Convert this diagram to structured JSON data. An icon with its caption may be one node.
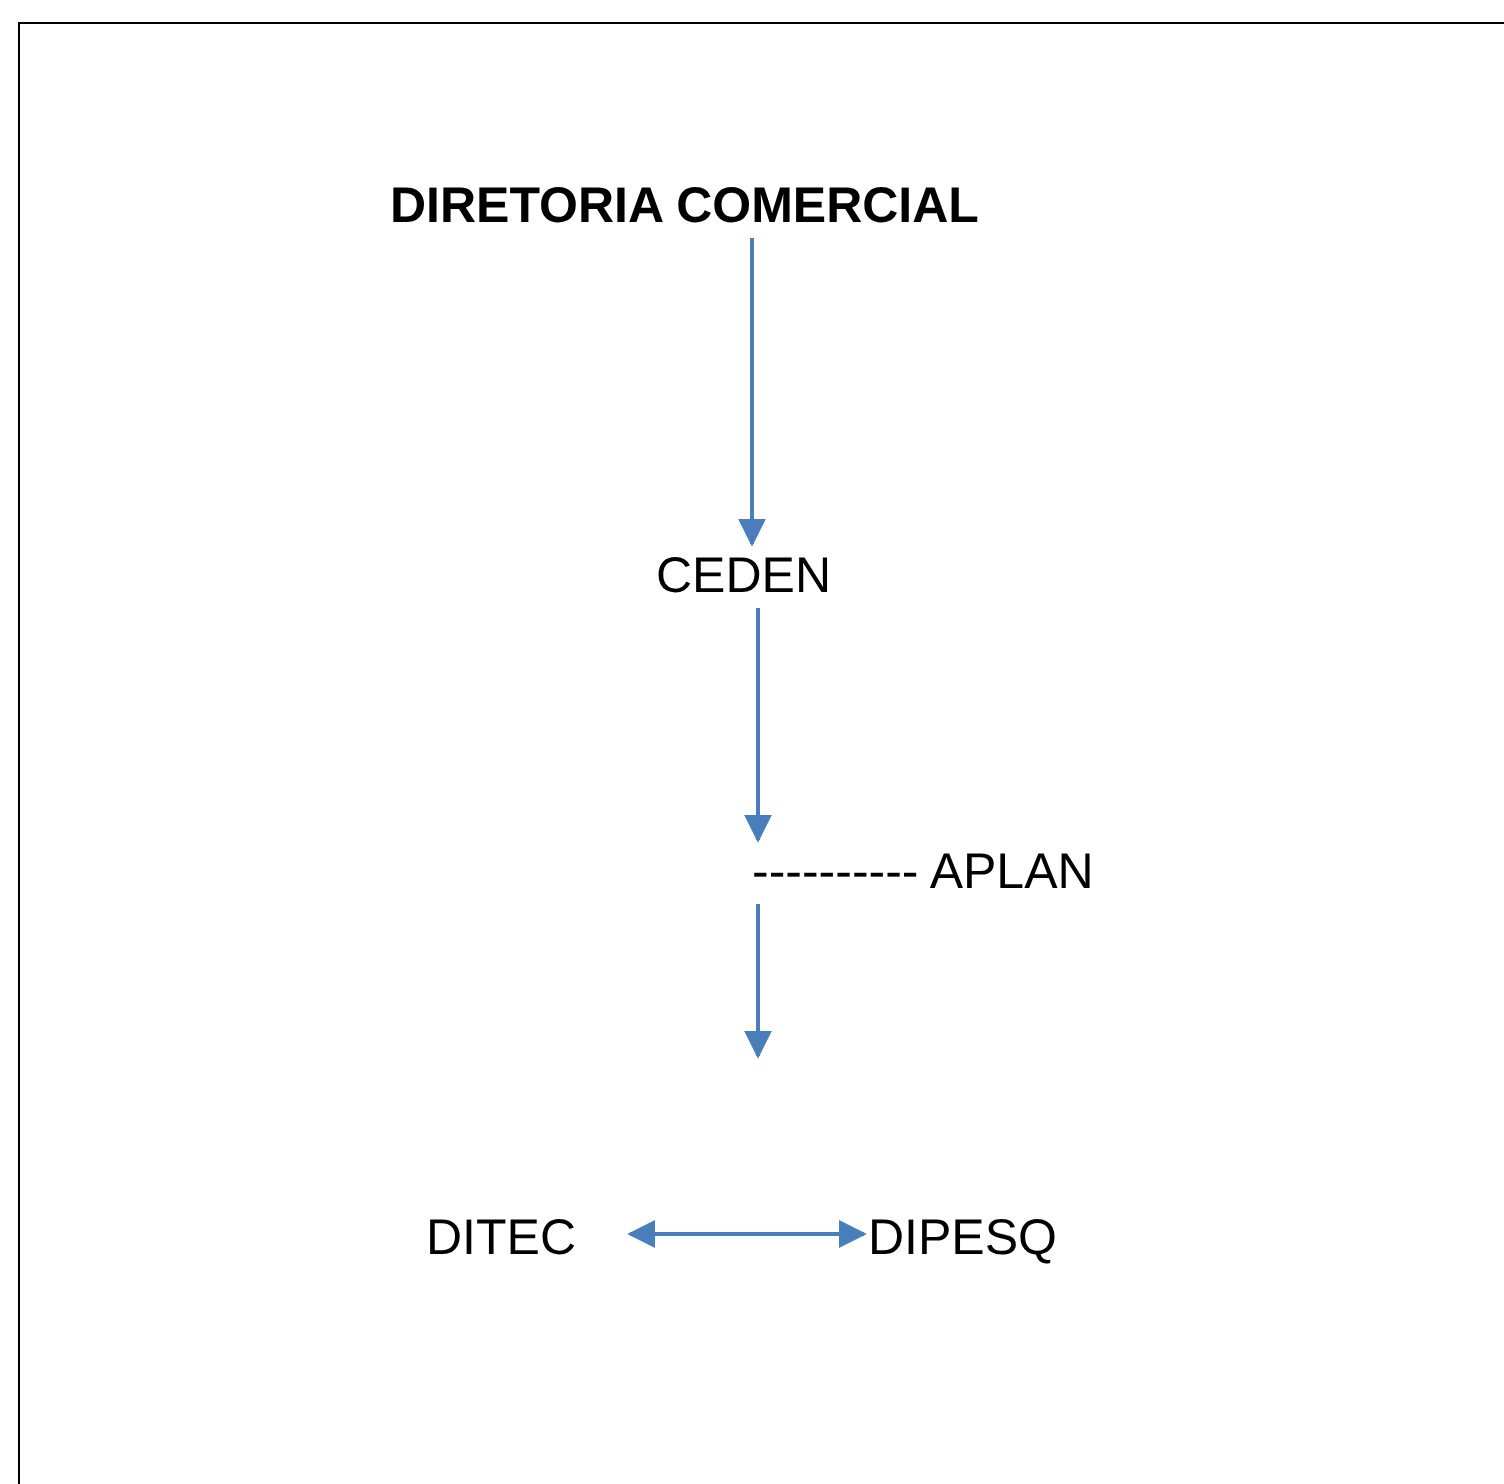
{
  "diagram": {
    "nodes": [
      {
        "text": [
          "DIRETORIA COMERCIAL"
        ]
      },
      {
        "text": [
          "CEDEN"
        ]
      },
      {
        "text": [
          "---------- APLAN"
        ]
      },
      {
        "text": [
          "DITEC"
        ]
      },
      {
        "text": [
          "DIPESQ"
        ]
      }
    ],
    "edges": [
      {
        "from": 0,
        "to": 1,
        "arrow": "to"
      },
      {
        "from": 1,
        "to": 2,
        "arrow": "to"
      },
      {
        "from": 2,
        "to": null,
        "arrow": "to"
      },
      {
        "from": 3,
        "to": 4,
        "arrow": "both"
      }
    ]
  }
}
